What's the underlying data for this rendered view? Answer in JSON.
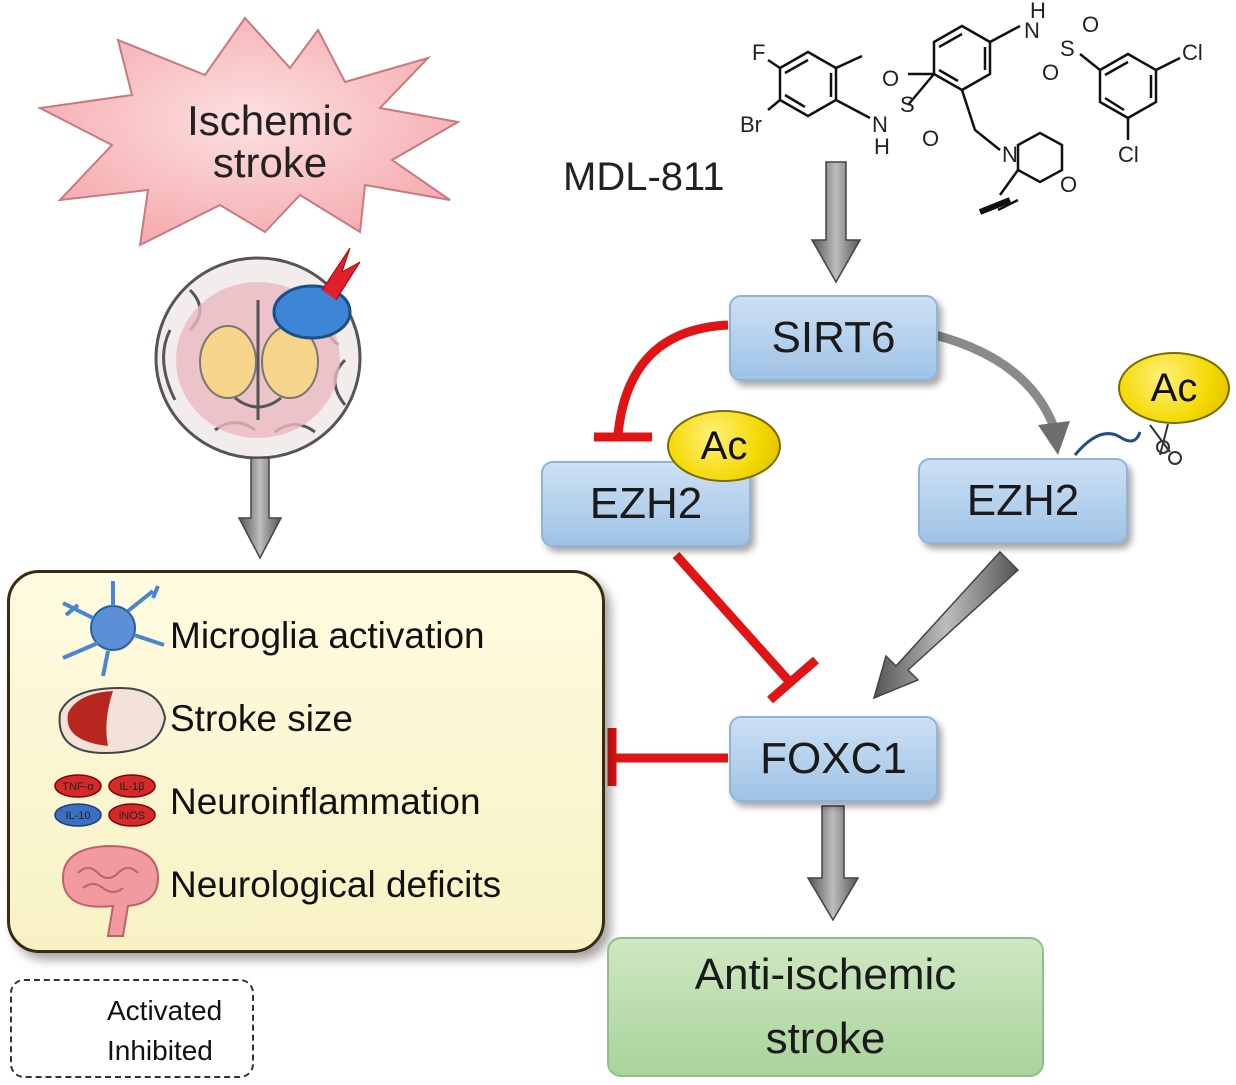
{
  "compound": {
    "name": "MDL-811",
    "atoms": [
      "F",
      "Br",
      "N",
      "H",
      "S",
      "O",
      "O",
      "N",
      "H",
      "S",
      "O",
      "O",
      "Cl",
      "Cl",
      "N",
      "O"
    ]
  },
  "trigger": {
    "line1": "Ischemic",
    "line2": "stroke"
  },
  "nodes": {
    "sirt6": "SIRT6",
    "ezh2_left": "EZH2",
    "ezh2_right": "EZH2",
    "foxc1": "FOXC1",
    "ac_left": "Ac",
    "ac_right": "Ac"
  },
  "outcomes": [
    "Microglia activation",
    "Stroke size",
    "Neuroinflammation",
    "Neurological deficits"
  ],
  "cytokines": [
    "TNF-α",
    "IL-1β",
    "IL-10",
    "iNOS"
  ],
  "result": {
    "line1": "Anti-ischemic",
    "line2": "stroke"
  },
  "legend": {
    "activated": "Activated",
    "inhibited": "Inhibited"
  },
  "colors": {
    "activate_arrow": "#7a7a7a",
    "inhibit": "#e01414",
    "node_fill": "#b3d1ee",
    "result_fill": "#bcdfae",
    "outcome_fill": "#fbf7d2"
  }
}
